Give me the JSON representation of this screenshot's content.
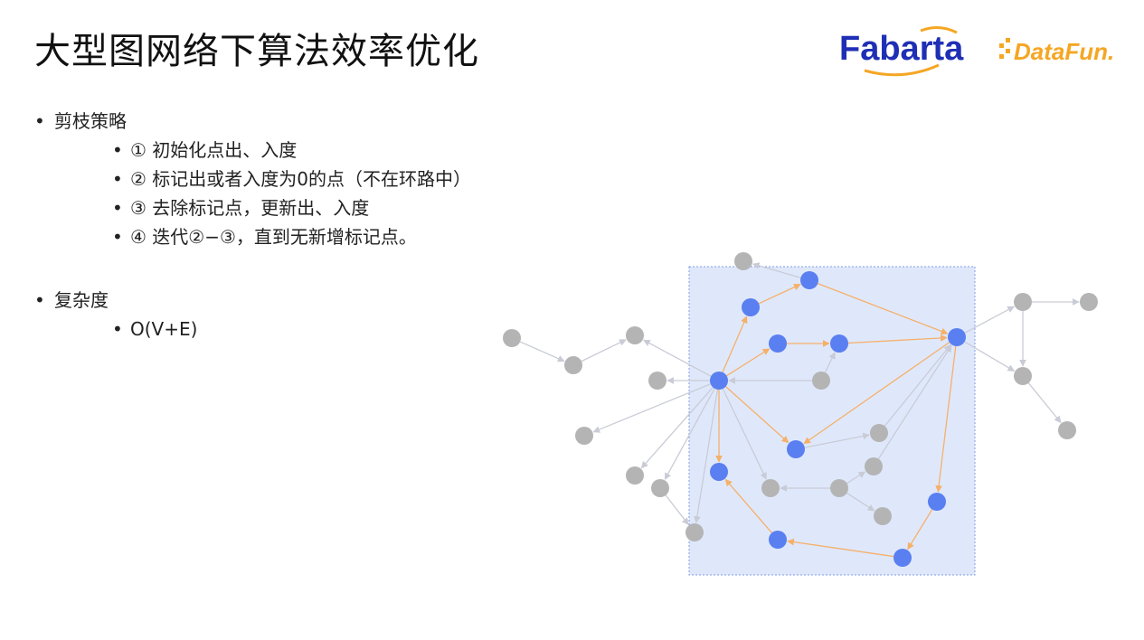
{
  "slide": {
    "title": "大型图网络下算法效率优化"
  },
  "logos": {
    "fabarta": {
      "text": "Fabarta",
      "color": "#1f2fb5",
      "accent": "#f5a623"
    },
    "datafun": {
      "text": "DataFun.",
      "color": "#f5a623"
    }
  },
  "bullets": {
    "pruning": {
      "heading": "剪枝策略",
      "steps": [
        "①  初始化点出、入度",
        "②  标记出或者入度为0的点（不在环路中）",
        "③  去除标记点，更新出、入度",
        "④  迭代②−③，直到无新增标记点。"
      ]
    },
    "complexity": {
      "heading": "复杂度",
      "value": "O(V+E)"
    }
  },
  "colors": {
    "region_fill": "#dfe8fb",
    "region_border": "#7f9be8",
    "active_node": "#5a7ff0",
    "inactive_node": "#b4b4b4",
    "active_edge": "#f5b06a",
    "inactive_edge": "#c9ccd6"
  }
}
